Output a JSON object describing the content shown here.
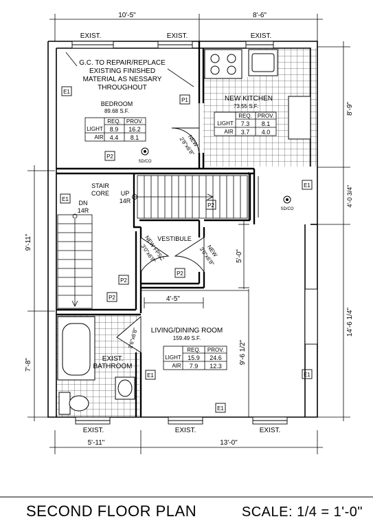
{
  "dims_top": [
    "10'-5\"",
    "8'-6\""
  ],
  "dims_bottom": [
    "5'-11\"",
    "13'-0\""
  ],
  "dims_right": [
    "8'-9\"",
    "4'-0 3/4\"",
    "14'-6 1/4\""
  ],
  "dims_left": [
    "9'-11\"",
    "7'-8\""
  ],
  "dims_interior": [
    "4'-5\"",
    "5'-0\"",
    "9'-6 1/2\""
  ],
  "exist_label": "EXIST.",
  "note_lines": [
    "G.C. TO REPAIR/REPLACE",
    "EXISTING FINISHED",
    "MATERIAL AS NESSARY",
    "THROUGHOUT"
  ],
  "rooms": {
    "bedroom": {
      "name": "BEDROOM",
      "area": "89.68 S.F.",
      "light_req": "8.9",
      "light_prov": "16.2",
      "air_req": "4.4",
      "air_prov": "8.1"
    },
    "kitchen": {
      "name": "NEW KITCHEN",
      "area": "73.55 S.F.",
      "light_req": "7.3",
      "light_prov": "8.1",
      "air_req": "3.7",
      "air_prov": "4.0"
    },
    "living": {
      "name": "LIVING/DINING ROOM",
      "area": "159.49 S.F.",
      "light_req": "15.9",
      "light_prov": "24.6",
      "air_req": "7.9",
      "air_prov": "12.3"
    },
    "stair": {
      "name_lines": [
        "STAIR",
        "CORE"
      ]
    },
    "vestibule": {
      "name": "VESTIBULE"
    },
    "bathroom": {
      "name_lines": [
        "EXIST.",
        "BATHROOM"
      ]
    }
  },
  "table_headers": {
    "req": "REQ.",
    "prov": "PROV.",
    "light": "LIGHT",
    "air": "AIR"
  },
  "tags": {
    "e1": "E1",
    "p1": "P1",
    "p2": "P2"
  },
  "sdco": "SD/CO",
  "stairs": {
    "up_lines": [
      "UP",
      "14R"
    ],
    "dn_lines": [
      "DN",
      "14R"
    ]
  },
  "doors": {
    "bedroom": [
      "NEW",
      "2'8\"x6'8\""
    ],
    "vestibule_left": [
      "NEW FPSC",
      "3'0\"x6'8\""
    ],
    "vestibule_right": [
      "NEW",
      "3'0\"x6'8\""
    ],
    "bath": "2'6\"x6'8\""
  },
  "footer": {
    "title": "SECOND FLOOR PLAN",
    "scale": "SCALE: 1/4 = 1'-0\""
  }
}
